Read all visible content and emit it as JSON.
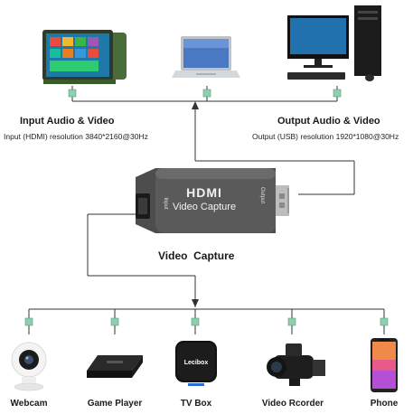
{
  "input": {
    "title": "Input Audio & Video",
    "detail": "Input (HDMI) resolution 3840*2160@30Hz"
  },
  "output": {
    "title": "Output Audio & Video",
    "detail": "Output (USB) resolution 1920*1080@30Hz"
  },
  "capture": {
    "label": "Video  Capture",
    "brand": "HDMI",
    "name": "Video Capture",
    "port_in": "Input",
    "port_out": "Output"
  },
  "devices": [
    {
      "label": "Webcam"
    },
    {
      "label": "Game Player"
    },
    {
      "label": "TV Box",
      "brand": "Lecibox"
    },
    {
      "label": "Video Rcorder"
    },
    {
      "label": "Phone"
    }
  ],
  "colors": {
    "line": "#333333",
    "node": "#8fcfb0",
    "capture_body": "#5a5a5a",
    "usb": "#c8c8c8"
  },
  "icons": {
    "tablet": "tablet-tv-icon",
    "laptop": "laptop-icon",
    "desktop": "desktop-pc-icon",
    "webcam": "webcam-icon",
    "game": "game-player-icon",
    "tvbox": "tv-box-icon",
    "camcorder": "camcorder-icon",
    "phone": "phone-icon"
  }
}
